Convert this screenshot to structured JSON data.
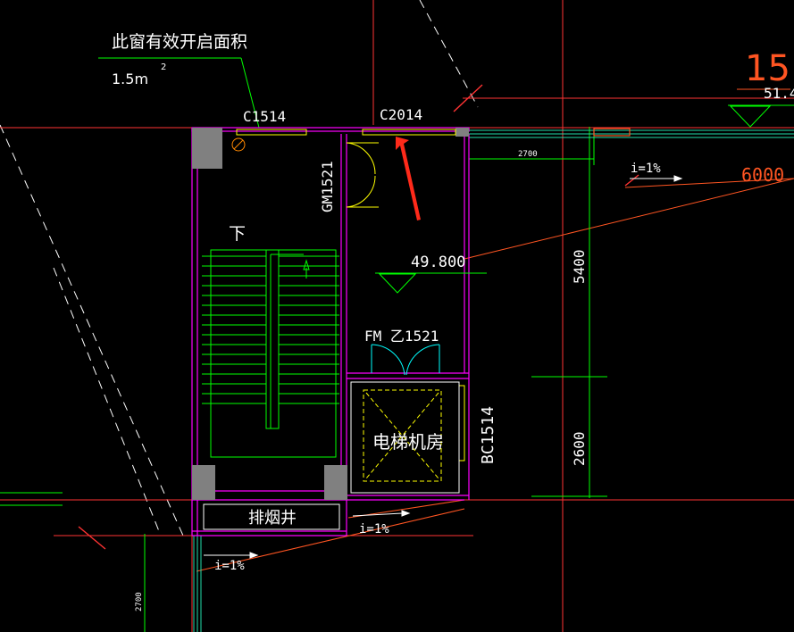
{
  "annotation": {
    "title": "此窗有效开启面积",
    "value": "1.5m",
    "superscript": "2"
  },
  "windows": {
    "c1514": "C1514",
    "c2014": "C2014",
    "bc1514": "BC1514"
  },
  "doors": {
    "gm1521": "GM1521",
    "fm": "FM 乙1521"
  },
  "rooms": {
    "elevator_machine_room": "电梯机房",
    "smoke_shaft": "排烟井"
  },
  "stair": {
    "down_label": "下"
  },
  "elevations": {
    "level": "49.800"
  },
  "dimensions": {
    "d5400": "5400",
    "d2600": "2600",
    "d2700_top": "2700",
    "d2700_bottom": "2700",
    "d6000": "6000"
  },
  "slopes": {
    "s1": "i=1%",
    "s2": "i=1%",
    "s3": "i=1%"
  },
  "edge_text": {
    "big_number": "15",
    "elev_right": "51.4"
  },
  "colors": {
    "background": "#000000",
    "wall": "#ff00ff",
    "dimension": "#00ff00",
    "axis": "#ff3333",
    "window": "#ffff00",
    "door": "#00ffff",
    "text": "#ffffff",
    "arrow": "#ff2a1a",
    "column": "#808080"
  }
}
